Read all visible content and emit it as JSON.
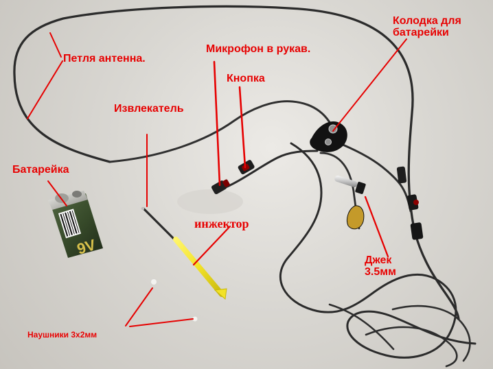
{
  "scene": {
    "labels": {
      "battery_holder": "Колодка для батарейки",
      "antenna_loop": "Петля антенна.",
      "microphone_sleeve": "Микрофон в рукав.",
      "button": "Кнопка",
      "extractor": "Извлекатель",
      "battery": "Батарейка",
      "injector": "инжектор",
      "jack": "Джек 3.5мм",
      "earphones": "Наушники 3х2мм"
    },
    "battery_text": "9V",
    "colors": {
      "background": "#d9d7d2",
      "label": "#e60000",
      "cable": "#2b2b2b",
      "injector": "#f2e227",
      "battery_body": "#3a4d2c",
      "metal": "#bdbdb8",
      "jack_metal": "#c0c0c0",
      "gold": "#c49a2a"
    }
  }
}
